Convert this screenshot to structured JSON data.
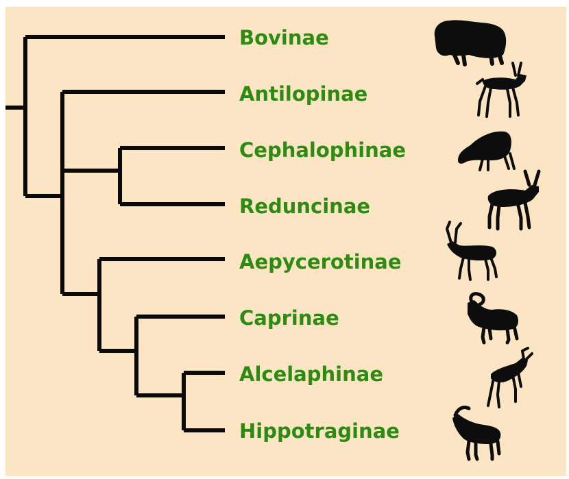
{
  "colors": {
    "background": "#fbe5c4",
    "branch": "#0a0a0a",
    "label": "#2e8b12",
    "silhouette": "#0d0d0d"
  },
  "taxa": [
    {
      "label": "Bovinae",
      "icon": "bison-silhouette-icon"
    },
    {
      "label": "Antilopinae",
      "icon": "gazelle-silhouette-icon"
    },
    {
      "label": "Cephalophinae",
      "icon": "duiker-silhouette-icon"
    },
    {
      "label": "Reduncinae",
      "icon": "kob-silhouette-icon"
    },
    {
      "label": "Aepycerotinae",
      "icon": "impala-silhouette-icon"
    },
    {
      "label": "Caprinae",
      "icon": "ibex-silhouette-icon"
    },
    {
      "label": "Alcelaphinae",
      "icon": "hartebeest-silhouette-icon"
    },
    {
      "label": "Hippotraginae",
      "icon": "sable-antelope-silhouette-icon"
    }
  ]
}
